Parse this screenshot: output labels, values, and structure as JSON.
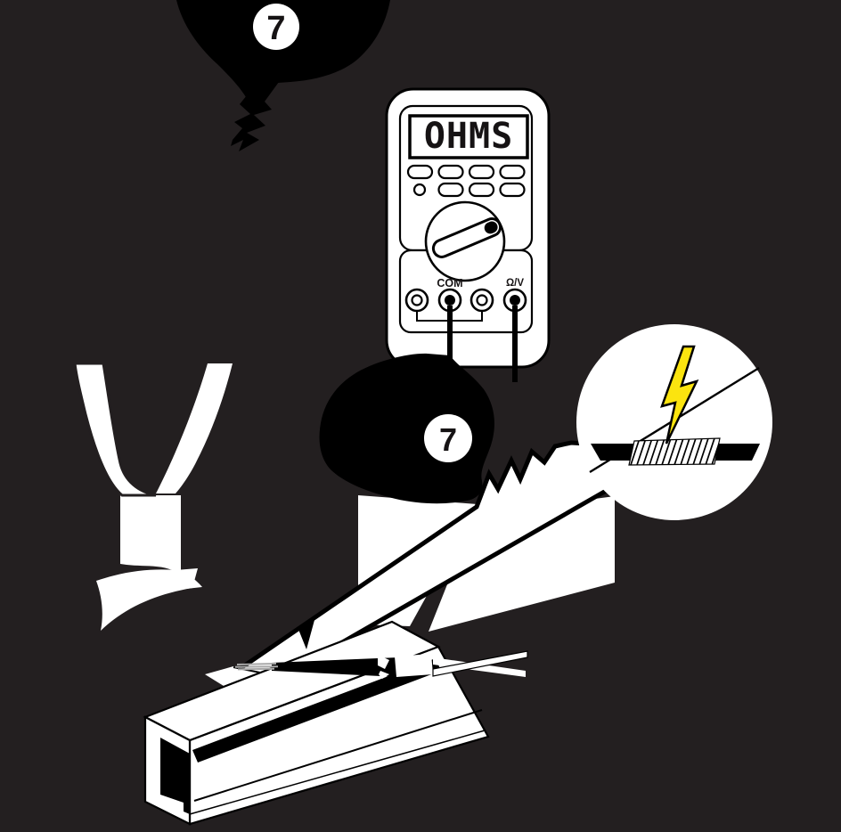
{
  "scene": {
    "callout_top": {
      "number": "7"
    },
    "callout_middle": {
      "number": "7"
    },
    "multimeter": {
      "display": "OHMS",
      "jacks": {
        "com_label": "COM",
        "ohm_v_label": "Ω/V"
      }
    },
    "colors": {
      "background": "#231f20",
      "ink": "#000000",
      "paper": "#ffffff",
      "bolt_yellow": "#fbe40f",
      "strand_gray": "#a8a8a8",
      "display_text": "#161314"
    }
  }
}
